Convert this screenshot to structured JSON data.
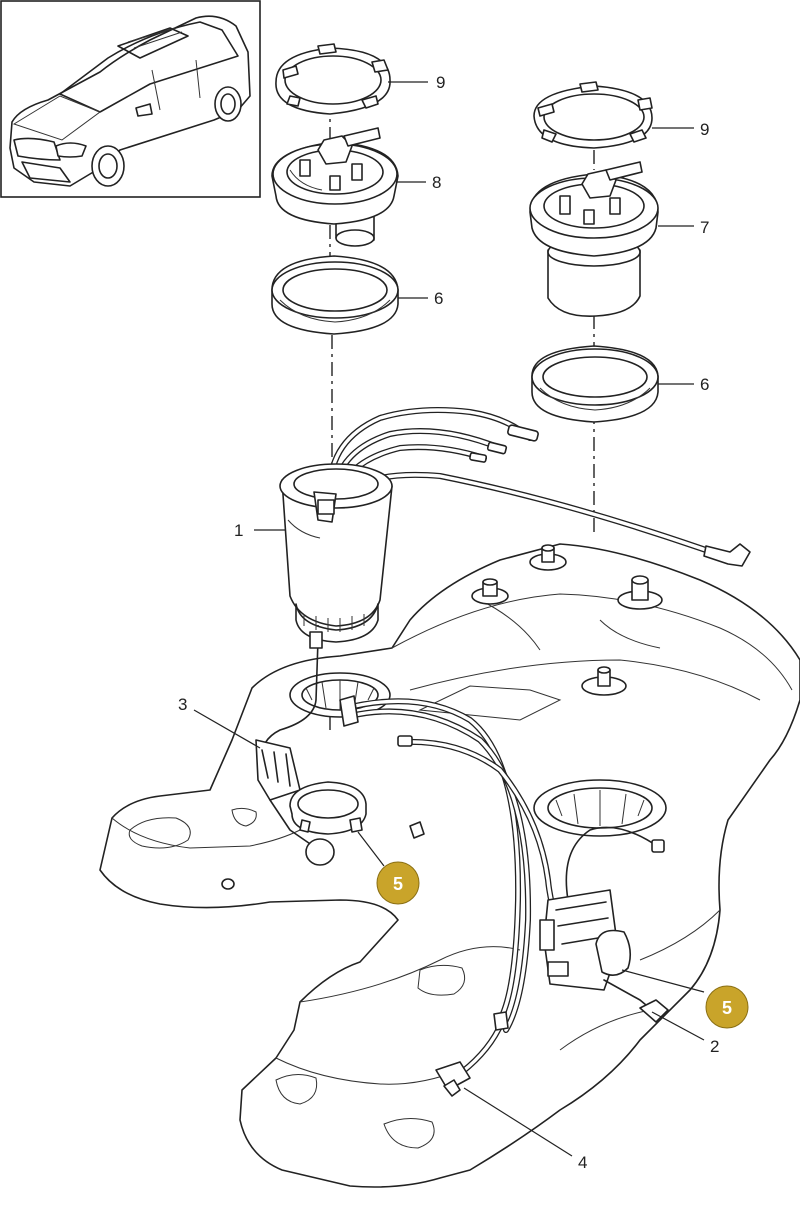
{
  "diagram": {
    "part_labels": {
      "p1": "1",
      "p2": "2",
      "p3": "3",
      "p4": "4",
      "p6a": "6",
      "p6b": "6",
      "p7": "7",
      "p8": "8",
      "p9a": "9",
      "p9b": "9"
    },
    "badges": {
      "b5a": "5",
      "b5b": "5"
    },
    "colors": {
      "badge": "#c9a42a",
      "line": "#222222",
      "background": "#ffffff"
    }
  }
}
